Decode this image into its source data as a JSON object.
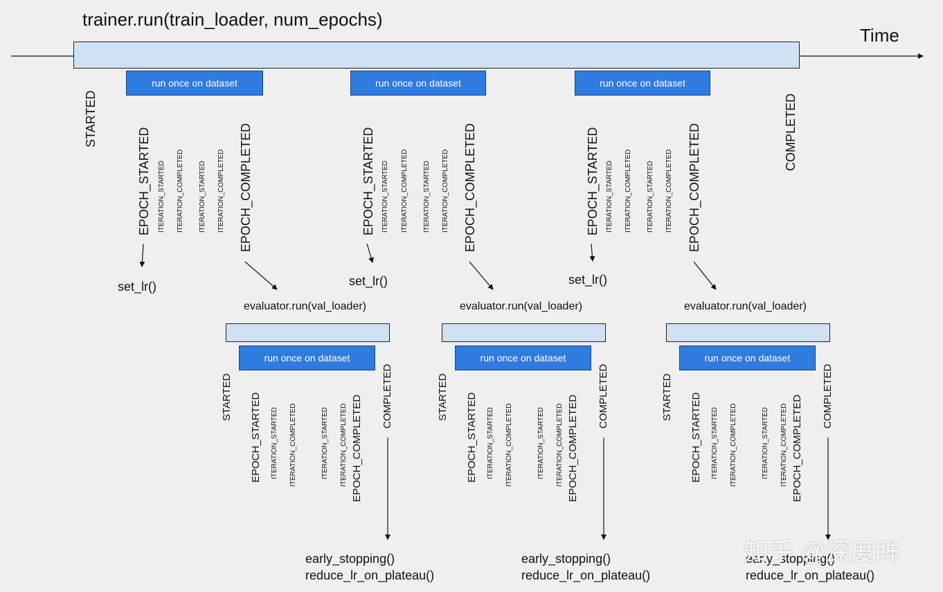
{
  "title": "trainer.run(train_loader, num_epochs)",
  "time_label": "Time",
  "trainer": {
    "started": "STARTED",
    "completed": "COMPLETED",
    "dataset_label": "run once on dataset",
    "epoch_events": [
      "EPOCH_STARTED",
      "ITERATION_STARTED",
      "ITERATION_COMPLETED",
      "ITERATION_STARTED",
      "ITERATION_COMPLETED",
      "EPOCH_COMPLETED"
    ],
    "set_lr": "set_lr()"
  },
  "evaluator": {
    "call": "evaluator.run(val_loader)",
    "dataset_label": "run once on dataset",
    "started": "STARTED",
    "completed": "COMPLETED",
    "events": [
      "EPOCH_STARTED",
      "ITERATION_STARTED",
      "ITERATION_COMPLETED",
      "ITERATION_STARTED",
      "ITERATION_COMPLETED",
      "EPOCH_COMPLETED"
    ],
    "callback_1": "early_stopping()",
    "callback_2": "reduce_lr_on_plateau()"
  },
  "watermark": "知乎 @深度眸",
  "colors": {
    "bar_fill": "#cfe2f3",
    "dataset_fill": "#2f7be0",
    "background": "#efefef"
  }
}
